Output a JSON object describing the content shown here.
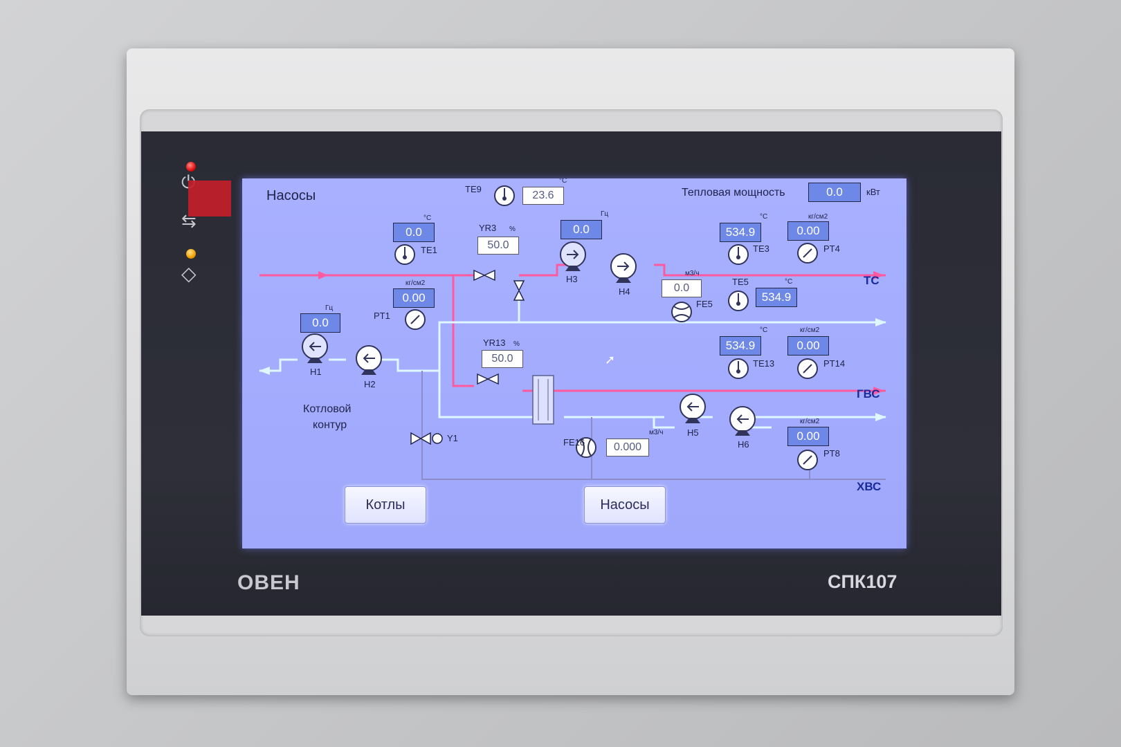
{
  "screen": {
    "title": "Насосы",
    "thermal_power": {
      "label": "Тепловая мощность",
      "value": "0.0",
      "unit": "кВт"
    }
  },
  "sensors": {
    "te9": {
      "label": "TE9",
      "value": "23.6",
      "unit": "°C"
    },
    "te1": {
      "label": "TE1",
      "value": "0.0",
      "unit": "°C"
    },
    "yr3": {
      "label": "YR3",
      "value": "50.0",
      "unit": "%"
    },
    "h3_freq": {
      "label": "H3",
      "value": "0.0",
      "unit": "Гц"
    },
    "h4": {
      "label": "H4"
    },
    "te3": {
      "label": "TE3",
      "value": "534.9",
      "unit": "°C"
    },
    "pt4": {
      "label": "PT4",
      "value": "0.00",
      "unit": "кг/см2"
    },
    "fe5": {
      "label": "FE5",
      "value": "0.0",
      "unit": "м3/ч"
    },
    "te5": {
      "label": "TE5",
      "value": "534.9",
      "unit": "°C"
    },
    "pt1": {
      "label": "PT1",
      "value": "0.00",
      "unit": "кг/см2"
    },
    "h1_freq": {
      "label": "H1",
      "value": "0.0",
      "unit": "Гц"
    },
    "h2": {
      "label": "H2"
    },
    "yr13": {
      "label": "YR13",
      "value": "50.0",
      "unit": "%"
    },
    "te13": {
      "label": "TE13",
      "value": "534.9",
      "unit": "°C"
    },
    "pt14": {
      "label": "PT14",
      "value": "0.00",
      "unit": "кг/см2"
    },
    "h5": {
      "label": "H5"
    },
    "h6": {
      "label": "H6"
    },
    "y1": {
      "label": "Y1"
    },
    "fe16": {
      "label": "FE16",
      "value": "0.000",
      "unit": "м3/ч"
    },
    "pt8": {
      "label": "PT8",
      "value": "0.00",
      "unit": "кг/см2"
    }
  },
  "circuit": {
    "line1": "Котловой",
    "line2": "контур"
  },
  "streams": {
    "ts": "ТС",
    "gvs": "ГВС",
    "hvs": "ХВС"
  },
  "buttons": {
    "boilers": "Котлы",
    "pumps": "Насосы"
  },
  "device": {
    "brand": "ОВЕН",
    "model": "СПК107"
  },
  "colors": {
    "hot_pipe": "#ff5aa0",
    "return_pipe": "#d8f8ff",
    "cold_pipe": "#8c8cc8",
    "value_box": "#6e88e8",
    "screen_bg": "#a8b0ff"
  }
}
